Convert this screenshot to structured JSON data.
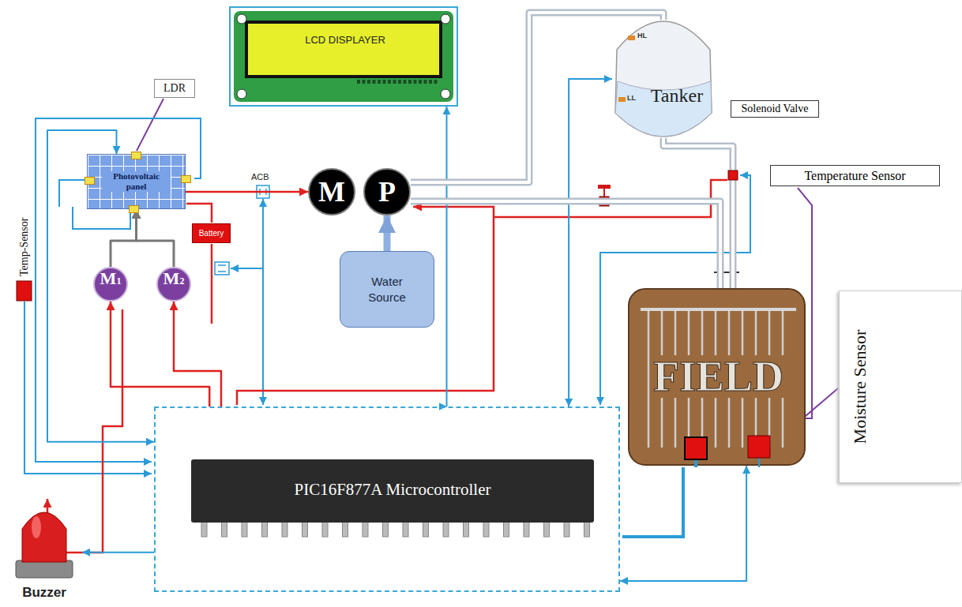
{
  "diagram": {
    "nodes": [
      {
        "text": [
          "LCD DISPLAYER"
        ]
      },
      {
        "text": [
          "LDR"
        ]
      },
      {
        "text": [
          "Photovoltaic panel"
        ]
      },
      {
        "text": [
          "Battery"
        ]
      },
      {
        "text": [
          "M",
          "1"
        ]
      },
      {
        "text": [
          "M",
          "2"
        ]
      },
      {
        "text": [
          "M"
        ]
      },
      {
        "text": [
          "P"
        ]
      },
      {
        "text": [
          "Water Source"
        ]
      },
      {
        "text": [
          "Tanker"
        ]
      },
      {
        "text": [
          "Solenoid Valve"
        ]
      },
      {
        "text": [
          "Temperature Sensor"
        ]
      },
      {
        "text": [
          "FIELD"
        ]
      },
      {
        "text": [
          "Moisture Sensor"
        ]
      },
      {
        "text": [
          "PIC16F877A Microcontroller"
        ]
      },
      {
        "text": [
          "Buzzer"
        ]
      }
    ],
    "edges": [
      {
        "from": 14,
        "to": 0,
        "arrow": "both"
      },
      {
        "from": 14,
        "to": 9,
        "arrow": "both"
      },
      {
        "from": 14,
        "to": 15,
        "arrow": "to"
      },
      {
        "from": 2,
        "to": 6,
        "arrow": "to"
      },
      {
        "from": 8,
        "to": 7,
        "arrow": "to"
      },
      {
        "from": 4,
        "to": 2,
        "arrow": "to"
      },
      {
        "from": 5,
        "to": 2,
        "arrow": "to"
      },
      {
        "from": 14,
        "to": 4,
        "arrow": "to"
      },
      {
        "from": 14,
        "to": 5,
        "arrow": "to"
      },
      {
        "from": 14,
        "to": 12,
        "arrow": "both"
      },
      {
        "from": 14,
        "to": 2,
        "arrow": "both"
      },
      {
        "from": 7,
        "to": 9,
        "arrow": "none"
      },
      {
        "from": 9,
        "to": 12,
        "arrow": "none"
      },
      {
        "from": 7,
        "to": 12,
        "arrow": "none"
      }
    ],
    "labels": [
      "ACB",
      "HL",
      "LL",
      "Temp-Sensor"
    ]
  }
}
